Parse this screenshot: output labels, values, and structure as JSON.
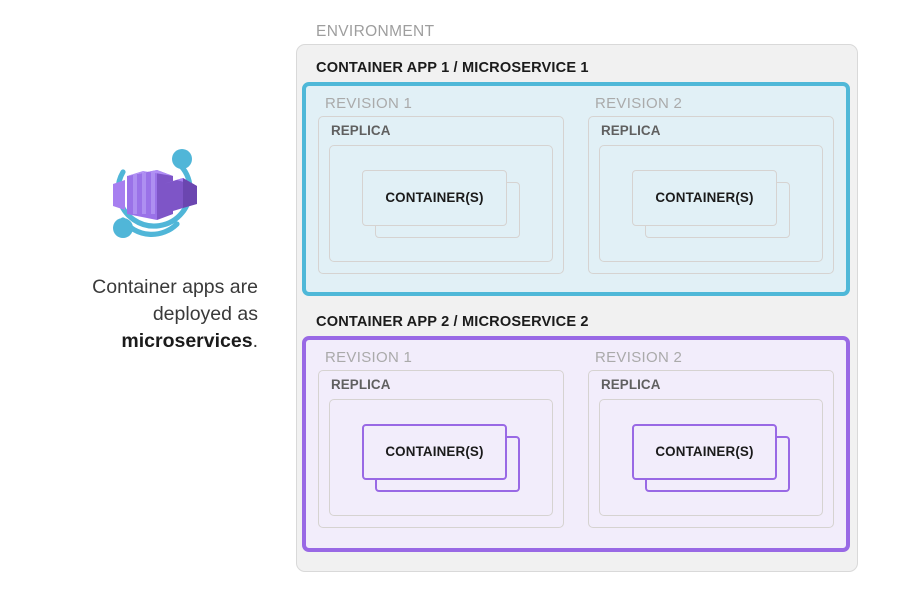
{
  "left_panel": {
    "icon_name": "azure-container-apps-icon",
    "caption_line1": "Container apps are",
    "caption_line2": "deployed as",
    "caption_bold": "microservices",
    "caption_period": "."
  },
  "environment": {
    "label": "ENVIRONMENT",
    "apps": [
      {
        "title": "CONTAINER APP 1 / MICROSERVICE 1",
        "accent_color": "#4fb8d8",
        "fill_color": "#e1f0f6",
        "revisions": [
          {
            "label": "REVISION 1",
            "replica_label": "REPLICA",
            "container_label": "CONTAINER(S)"
          },
          {
            "label": "REVISION 2",
            "replica_label": "REPLICA",
            "container_label": "CONTAINER(S)"
          }
        ]
      },
      {
        "title": "CONTAINER APP 2 / MICROSERVICE 2",
        "accent_color": "#9969e5",
        "fill_color": "#f2edfb",
        "revisions": [
          {
            "label": "REVISION 1",
            "replica_label": "REPLICA",
            "container_label": "CONTAINER(S)"
          },
          {
            "label": "REVISION 2",
            "replica_label": "REPLICA",
            "container_label": "CONTAINER(S)"
          }
        ]
      }
    ]
  },
  "colors": {
    "environment_fill": "#f1f1f1",
    "environment_border": "#d9d9d9",
    "box_border_gray": "#d6d3d1",
    "label_gray": "#aaaaaa",
    "icon_purple": "#8661c5",
    "icon_purple_light": "#a77ff0",
    "icon_cyan": "#50b6d8"
  }
}
